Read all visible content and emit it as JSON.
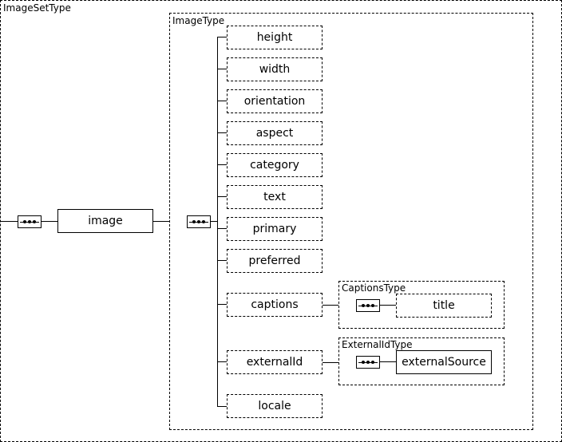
{
  "diagram": {
    "root_type": "ImageSetType",
    "image_type": "ImageType",
    "image_element": "image",
    "children": [
      "height",
      "width",
      "orientation",
      "aspect",
      "category",
      "text",
      "primary",
      "preferred",
      "captions",
      "externalId",
      "locale"
    ],
    "captions_type": {
      "type_name": "CaptionsType",
      "child": "title"
    },
    "external_type": {
      "type_name": "ExternalIdType",
      "child": "externalSource"
    }
  }
}
